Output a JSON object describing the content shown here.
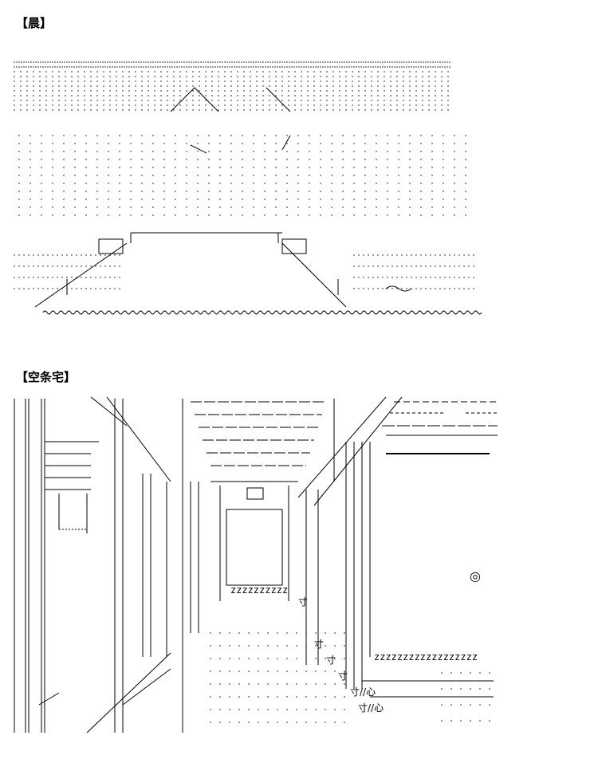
{
  "sections": {
    "morning": {
      "title": "【晨】"
    },
    "house": {
      "title": "【空条宅】"
    }
  },
  "art": {
    "house": {
      "zz_window": "zzzzzzzzzz",
      "zz_bench": "zzzzzzzzzzzzzzzzzz",
      "sun": "寸",
      "heart": "寸//心",
      "circle": "◎"
    }
  },
  "colors": {
    "ink": "#000000",
    "paper": "#ffffff"
  }
}
